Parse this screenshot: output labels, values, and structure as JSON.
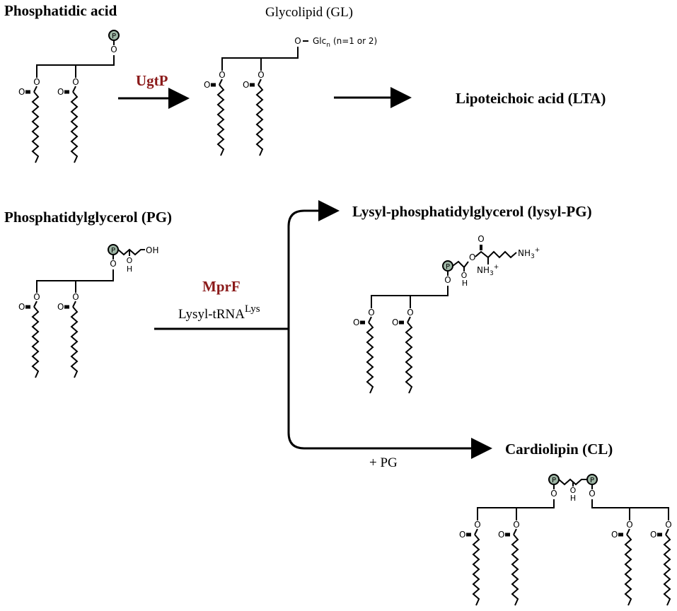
{
  "labels": {
    "phosphatidic_acid": "Phosphatidic acid",
    "glycolipid": "Glycolipid (GL)",
    "glc_label": "Glc",
    "glc_sub": "n",
    "glc_note": "(n=1 or 2)",
    "lta": "Lipoteichoic acid (LTA)",
    "pg": "Phosphatidylglycerol (PG)",
    "lysyl_pg": "Lysyl-phosphatidylglycerol (lysyl-PG)",
    "cardiolipin": "Cardiolipin (CL)",
    "plus_pg": "+ PG"
  },
  "enzymes": {
    "ugtp": "UgtP",
    "mprf": "MprF",
    "lysyl_trna": "Lysyl-tRNA",
    "lysyl_trna_sup": "Lys"
  },
  "atoms": {
    "phosphate": "P",
    "oxygen": "O",
    "hydroxyl": "OH",
    "hydrogen": "H",
    "ammonium": "NH",
    "ammonium_sub": "3",
    "ammonium_sup": "+"
  },
  "colors": {
    "enzyme": "#8B1A1A",
    "phosphate_fill": "#9db5a4",
    "ink": "#000000"
  }
}
